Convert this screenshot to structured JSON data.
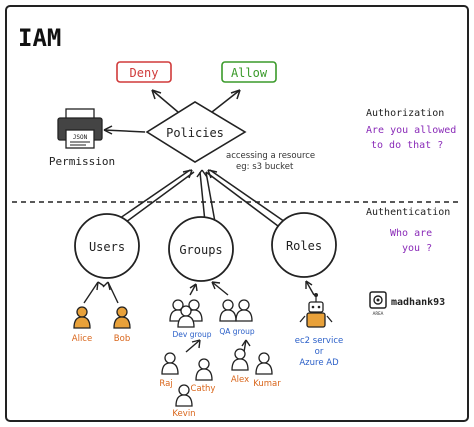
{
  "title": "IAM",
  "policy": {
    "deny": "Deny",
    "allow": "Allow",
    "policies": "Policies",
    "json_doc": "JSON",
    "permission": "Permission",
    "note_line1": "accessing a resource",
    "note_line2": "eg: s3 bucket"
  },
  "authorization": {
    "heading": "Authorization",
    "question_line1": "Are you allowed",
    "question_line2": "to do that ?"
  },
  "authentication": {
    "heading": "Authentication",
    "question_line1": "Who are",
    "question_line2": "you ?"
  },
  "identities": {
    "users": "Users",
    "groups": "Groups",
    "roles": "Roles"
  },
  "people": {
    "alice": "Alice",
    "bob": "Bob",
    "dev_group": "Dev group",
    "qa_group": "QA group",
    "raj": "Raj",
    "cathy": "Cathy",
    "kevin": "Kevin",
    "alex": "Alex",
    "kumar": "Kumar"
  },
  "service": {
    "line1": "ec2 service",
    "line2": "or",
    "line3": "Azure AD"
  },
  "brand": {
    "handle": "madhank93",
    "logo_text": "AREA"
  },
  "colors": {
    "ink": "#222222",
    "deny": "#d03a3a",
    "allow": "#3a9a2a",
    "purple": "#8a2bb8",
    "person_fill": "#e8a13a",
    "orange_text": "#d9651a",
    "blue_text": "#2a5fc8"
  }
}
